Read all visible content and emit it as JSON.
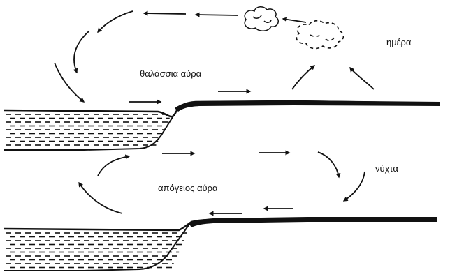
{
  "diagram": {
    "day_panel": {
      "label": "ημέρα",
      "breeze_label": "θαλάσσια αύρα"
    },
    "night_panel": {
      "label": "νύχτα",
      "breeze_label": "απόγειος αύρα"
    },
    "ink_color": "#111111",
    "background_color": "#ffffff"
  }
}
